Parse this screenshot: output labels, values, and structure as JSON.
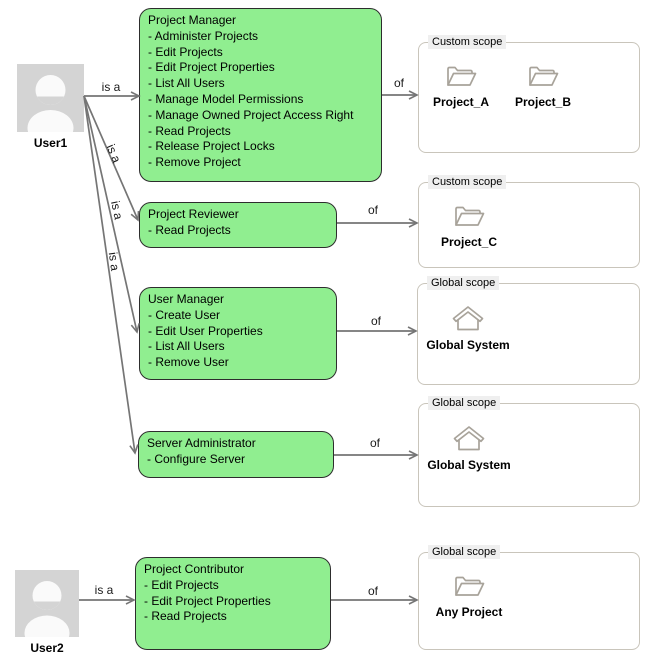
{
  "diagram": {
    "users": [
      {
        "label": "User1"
      },
      {
        "label": "User2"
      }
    ],
    "roles": [
      {
        "title": "Project Manager",
        "lines": [
          "- Administer Projects",
          "- Edit Projects",
          "- Edit Project Properties",
          "- List All Users",
          "- Manage Model Permissions",
          "- Manage Owned Project Access Right",
          "- Read Projects",
          "- Release Project Locks",
          "- Remove Project"
        ]
      },
      {
        "title": "Project Reviewer",
        "lines": [
          "- Read Projects"
        ]
      },
      {
        "title": "User Manager",
        "lines": [
          "- Create User",
          "- Edit User Properties",
          "- List All Users",
          "- Remove User"
        ]
      },
      {
        "title": "Server Administrator",
        "lines": [
          "- Configure Server"
        ]
      },
      {
        "title": "Project Contributor",
        "lines": [
          "- Edit Projects",
          "- Edit Project Properties",
          "- Read Projects"
        ]
      }
    ],
    "scopes": [
      {
        "legend": "Custom scope",
        "items": [
          {
            "icon": "folder",
            "label": "Project_A"
          },
          {
            "icon": "folder",
            "label": "Project_B"
          }
        ]
      },
      {
        "legend": "Custom scope",
        "items": [
          {
            "icon": "folder",
            "label": "Project_C"
          }
        ]
      },
      {
        "legend": "Global scope",
        "items": [
          {
            "icon": "home",
            "label": "Global System"
          }
        ]
      },
      {
        "legend": "Global scope",
        "items": [
          {
            "icon": "home",
            "label": "Global System"
          }
        ]
      },
      {
        "legend": "Global scope",
        "items": [
          {
            "icon": "folder",
            "label": "Any Project"
          }
        ]
      }
    ],
    "edges": [
      {
        "from": "User1",
        "label": "is a",
        "to": "Project Manager"
      },
      {
        "from": "User1",
        "label": "is a",
        "to": "Project Reviewer"
      },
      {
        "from": "User1",
        "label": "is a",
        "to": "User Manager"
      },
      {
        "from": "User1",
        "label": "is a",
        "to": "Server Administrator"
      },
      {
        "from": "Project Manager",
        "label": "of",
        "to": "Custom scope (Project_A, Project_B)"
      },
      {
        "from": "Project Reviewer",
        "label": "of",
        "to": "Custom scope (Project_C)"
      },
      {
        "from": "User Manager",
        "label": "of",
        "to": "Global scope (Global System)"
      },
      {
        "from": "Server Administrator",
        "label": "of",
        "to": "Global scope (Global System)"
      },
      {
        "from": "User2",
        "label": "is a",
        "to": "Project Contributor"
      },
      {
        "from": "Project Contributor",
        "label": "of",
        "to": "Global scope (Any Project)"
      }
    ],
    "colors": {
      "role_fill": "#90ee90",
      "role_border": "#2d2d2d",
      "scope_border": "#c9c5bb",
      "arrow": "#757575",
      "legend_bg": "#efefef",
      "avatar_bg": "#d4d4d4",
      "icon_stroke": "#a8a39a"
    }
  }
}
